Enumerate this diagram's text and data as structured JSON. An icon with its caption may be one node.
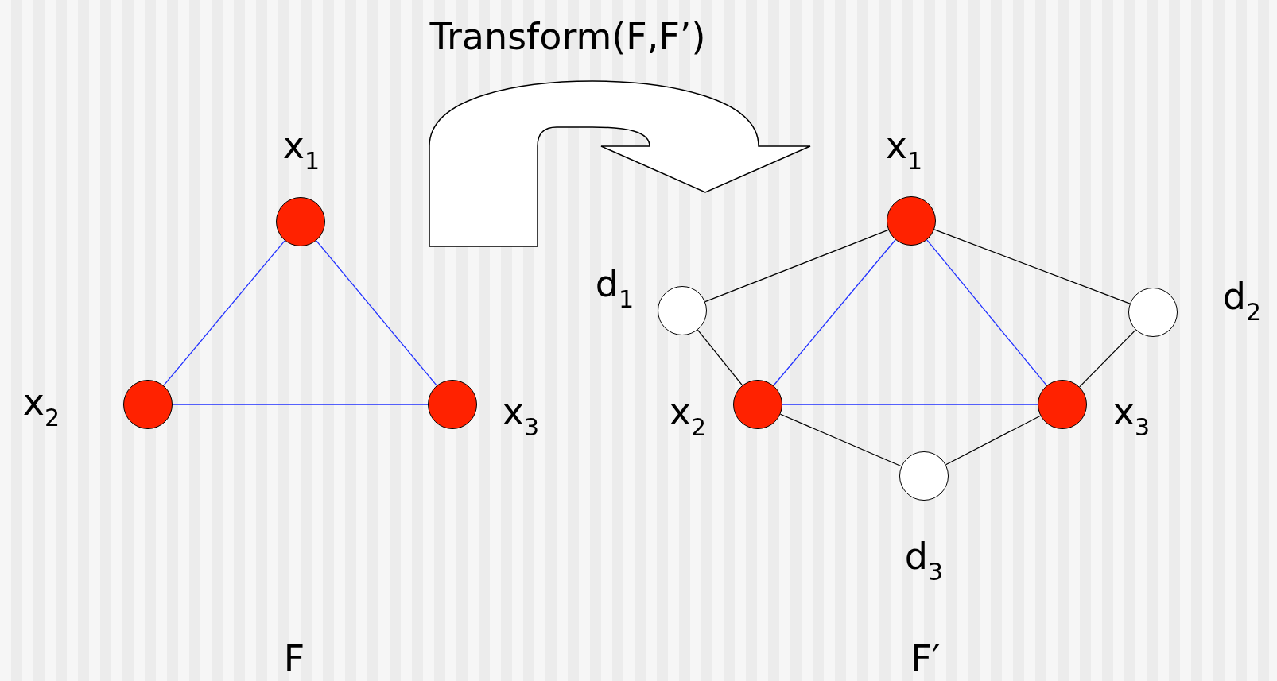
{
  "diagram": {
    "title": "Transform(F,F’)",
    "nodes": [
      {
        "text": [],
        "shape": "circle",
        "beside": [
          "x$_{1}$"
        ]
      },
      {
        "text": [],
        "shape": "circle",
        "beside": [
          "x$_{2}$"
        ]
      },
      {
        "text": [],
        "shape": "circle",
        "beside": [
          "x$_{3}$"
        ]
      },
      {
        "text": [],
        "shape": "circle",
        "beside": [
          "x$_{1}$"
        ]
      },
      {
        "text": [],
        "shape": "circle",
        "beside": [
          "d$_{1}$"
        ]
      },
      {
        "text": [],
        "shape": "circle",
        "beside": [
          "d$_{2}$"
        ]
      },
      {
        "text": [],
        "shape": "circle",
        "beside": [
          "x$_{2}$"
        ]
      },
      {
        "text": [],
        "shape": "circle",
        "beside": [
          "x$_{3}$"
        ]
      },
      {
        "text": [],
        "shape": "circle",
        "beside": [
          "d$_{3}$"
        ]
      }
    ],
    "edges": [
      {
        "from": 0,
        "to": 1,
        "arrow": "none"
      },
      {
        "from": 0,
        "to": 2,
        "arrow": "none"
      },
      {
        "from": 1,
        "to": 2,
        "arrow": "none"
      },
      {
        "from": 3,
        "to": 4,
        "arrow": "none",
        "color": "#000000"
      },
      {
        "from": 3,
        "to": 6,
        "arrow": "none"
      },
      {
        "from": 3,
        "to": 7,
        "arrow": "none"
      },
      {
        "from": 3,
        "to": 5,
        "arrow": "none",
        "color": "#000000"
      },
      {
        "from": 4,
        "to": 6,
        "arrow": "none",
        "color": "#000000"
      },
      {
        "from": 5,
        "to": 7,
        "arrow": "none",
        "color": "#000000"
      },
      {
        "from": 6,
        "to": 7,
        "arrow": "none"
      },
      {
        "from": 6,
        "to": 8,
        "arrow": "none",
        "color": "#000000"
      },
      {
        "from": 7,
        "to": 8,
        "arrow": "none",
        "color": "#000000"
      }
    ],
    "labels": [
      "F",
      "F′"
    ]
  }
}
